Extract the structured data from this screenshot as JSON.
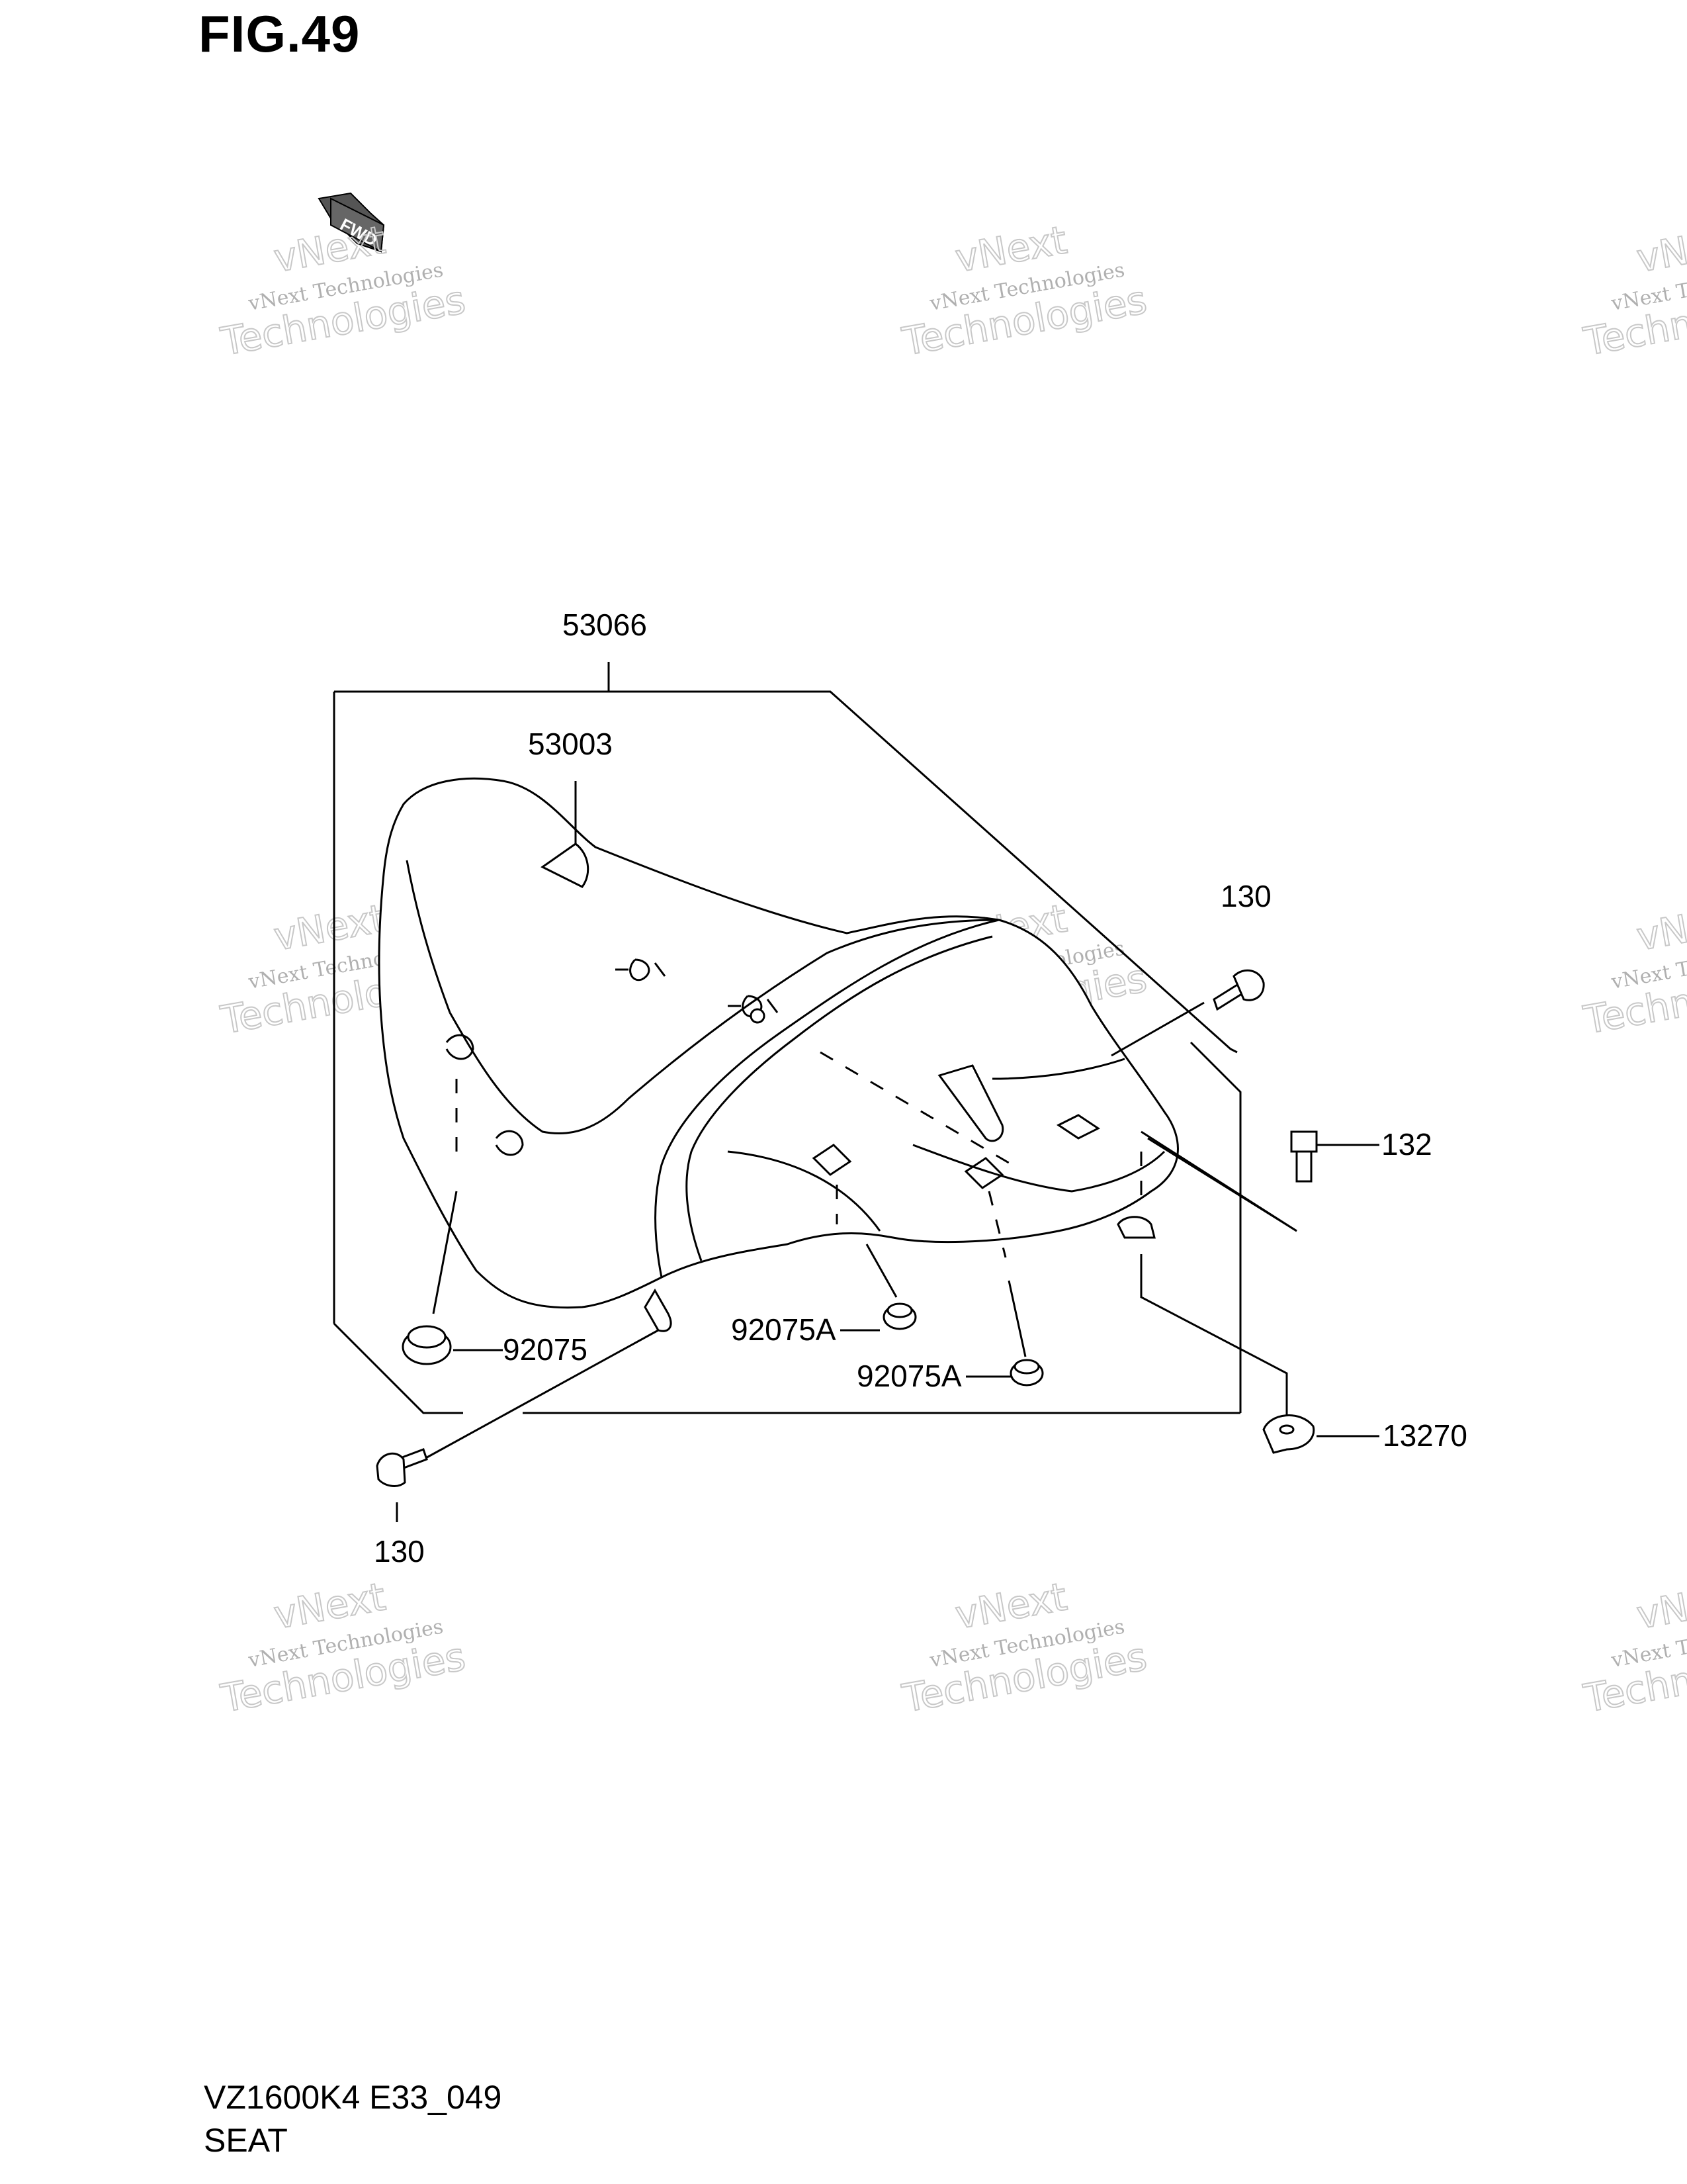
{
  "figure": {
    "title": "FIG.49",
    "fwd_label": "FWD"
  },
  "footer": {
    "model_code": "VZ1600K4 E33_049",
    "section_name": "SEAT"
  },
  "watermark": {
    "line1": "vNext",
    "line2": "vNext Technologies",
    "line3": "Technologies"
  },
  "parts": {
    "seat_assembly": "53066",
    "seat_bottom_label": "53003",
    "bolt_upper": "130",
    "bolt_lower": "130",
    "bolt_side": "132",
    "cushion": "92075",
    "cushion_a_upper": "92075A",
    "cushion_a_lower": "92075A",
    "plate": "13270"
  }
}
